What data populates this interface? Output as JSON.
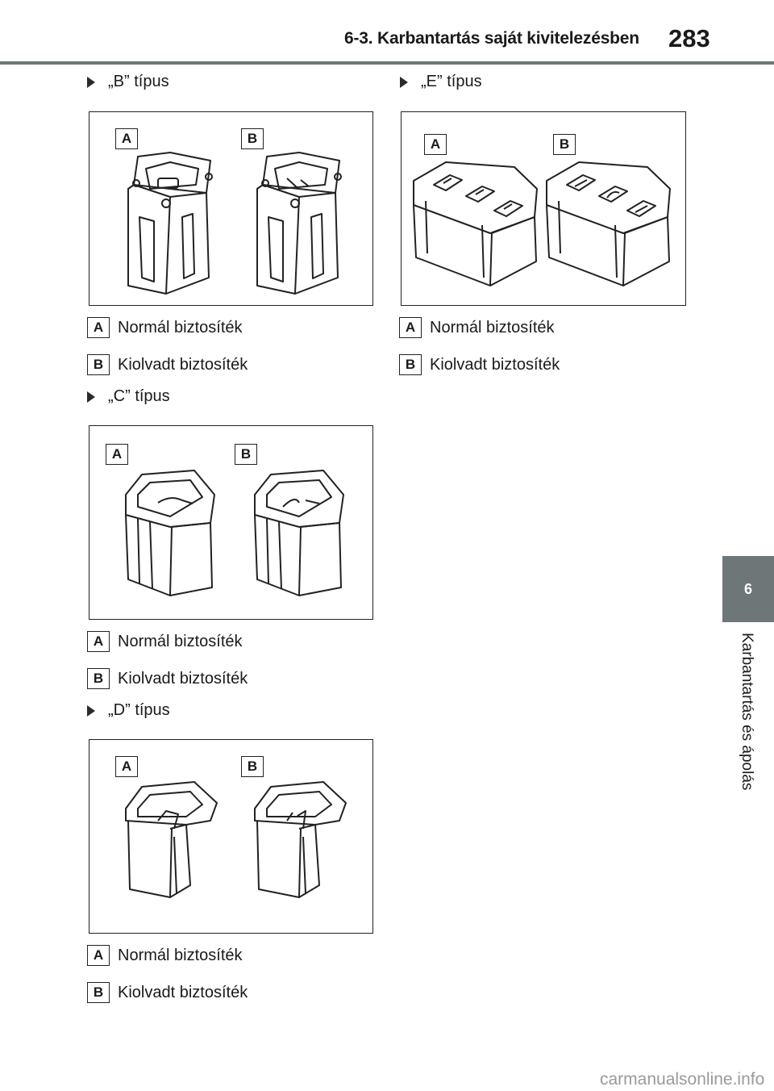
{
  "header": {
    "section_title": "6-3. Karbantartás saját kivitelezésben",
    "page_number": "283"
  },
  "side_tab": {
    "chapter_number": "6",
    "chapter_title": "Karbantartás és ápolás"
  },
  "sections": [
    {
      "title": "„B” típus",
      "badge_a": "A",
      "badge_b": "B",
      "captions": [
        {
          "badge": "A",
          "text": "Normál biztosíték"
        },
        {
          "badge": "B",
          "text": "Kiolvadt biztosíték"
        }
      ]
    },
    {
      "title": "„C” típus",
      "badge_a": "A",
      "badge_b": "B",
      "captions": [
        {
          "badge": "A",
          "text": "Normál biztosíték"
        },
        {
          "badge": "B",
          "text": "Kiolvadt biztosíték"
        }
      ]
    },
    {
      "title": "„D” típus",
      "badge_a": "A",
      "badge_b": "B",
      "captions": [
        {
          "badge": "A",
          "text": "Normál biztosíték"
        },
        {
          "badge": "B",
          "text": "Kiolvadt biztosíték"
        }
      ]
    },
    {
      "title": "„E” típus",
      "badge_a": "A",
      "badge_b": "B",
      "captions": [
        {
          "badge": "A",
          "text": "Normál biztosíték"
        },
        {
          "badge": "B",
          "text": "Kiolvadt biztosíték"
        }
      ]
    }
  ],
  "footer": {
    "watermark": "carmanualsonline.info"
  }
}
